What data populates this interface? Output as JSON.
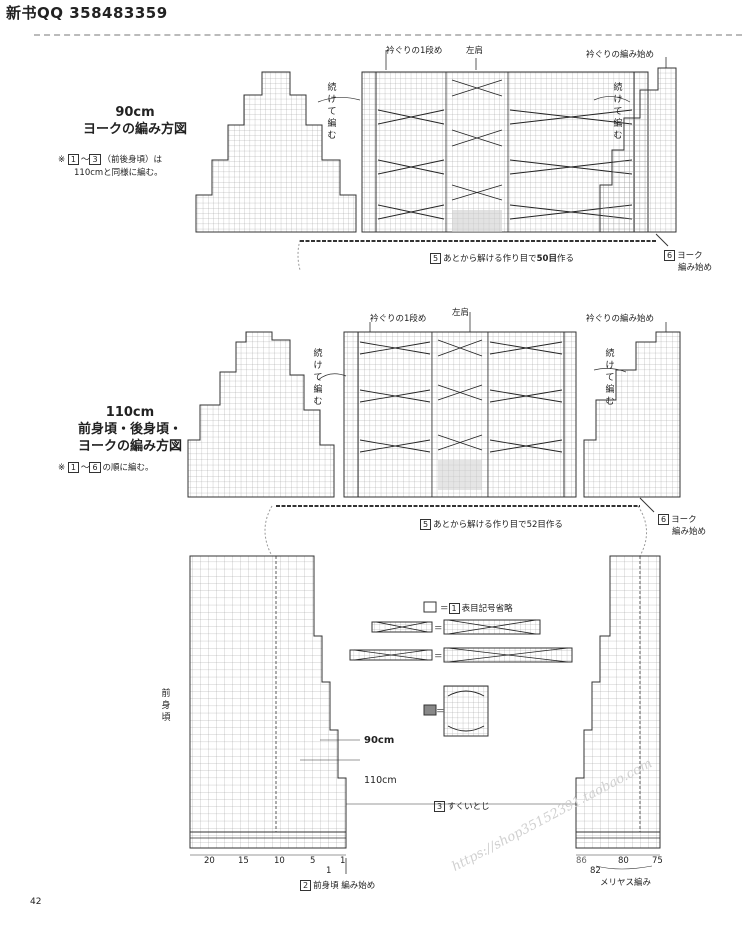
{
  "header": {
    "title": "新书QQ 358483359"
  },
  "section1": {
    "title_line1": "90cm",
    "title_line2": "ヨークの編み方図",
    "note_prefix": "※",
    "note_box_a": "1",
    "note_tilde": "～",
    "note_box_b": "3",
    "note_text1": "（前後身頃）は",
    "note_text2": "110cmと同様に編む。",
    "label_neck_row1": "衿ぐりの1段め",
    "label_left_shoulder": "左肩",
    "label_neck_start": "衿ぐりの編み始め",
    "label_continue_left": "続けて編む",
    "label_continue_right": "続けて編む",
    "cast_on_num": "5",
    "cast_on_text_a": "あとから解ける作り目で",
    "cast_on_text_b": "50目",
    "cast_on_text_c": "作る",
    "yoke_start_num": "6",
    "yoke_start_line1": "ヨーク",
    "yoke_start_line2": "編み始め"
  },
  "section2": {
    "title_line1": "110cm",
    "title_line2": "前身頃・後身頃・",
    "title_line3": "ヨークの編み方図",
    "note_prefix": "※",
    "note_box_a": "1",
    "note_tilde": "～",
    "note_box_b": "6",
    "note_text1": "の順に編む。",
    "label_neck_row1": "衿ぐりの1段め",
    "label_left_shoulder": "左肩",
    "label_neck_start": "衿ぐりの編み始め",
    "label_continue_left": "続けて編む",
    "label_continue_right": "続けて編む",
    "cast_on_num": "5",
    "cast_on_text": "あとから解ける作り目で52目作る",
    "yoke_start_num": "6",
    "yoke_start_line1": "ヨーク",
    "yoke_start_line2": "編み始め"
  },
  "section3": {
    "label_front_body": "前身頃",
    "label_90cm": "90cm",
    "label_110cm": "110cm",
    "bind_off_num": "3",
    "bind_off_text": "すくいとじ",
    "legend_box": "1",
    "legend_text": "表目記号省略",
    "legend_eq": "＝",
    "axis_left_ticks": [
      "20",
      "15",
      "10",
      "5",
      "1"
    ],
    "axis_left_sub": "1",
    "axis_right_ticks": [
      "86",
      "82",
      "80",
      "75"
    ],
    "front_start_num": "2",
    "front_start_text": "前身頃 編み始め",
    "stockinette": "メリヤス編み"
  },
  "colors": {
    "line": "#333333",
    "grid": "#9a9a9a",
    "accent": "#000000"
  },
  "page_number": "42",
  "watermark": "https://shop35152391.taobao.com"
}
